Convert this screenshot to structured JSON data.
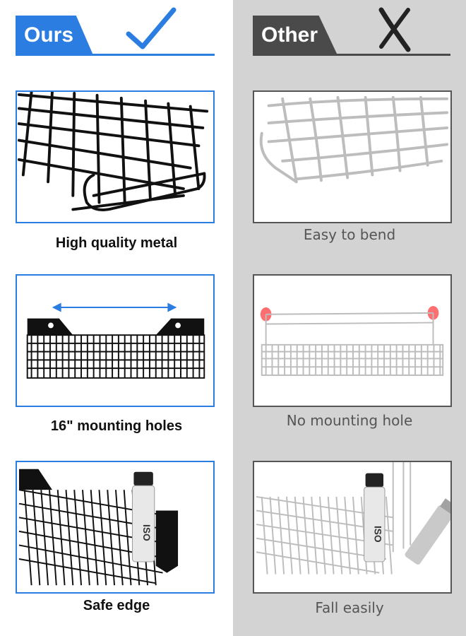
{
  "columns": {
    "ours": {
      "label": "Ours",
      "accent": "#2b7de1",
      "mark_icon": "checkmark-icon"
    },
    "other": {
      "label": "Other",
      "accent": "#4a4a4a",
      "mark_icon": "cross-icon"
    }
  },
  "rows": [
    {
      "ours_caption": "High quality metal",
      "other_caption": "Easy to bend"
    },
    {
      "ours_caption": "16\" mounting holes",
      "other_caption": "No mounting hole"
    },
    {
      "ours_caption": "Safe edge",
      "other_caption": "Fall easily"
    }
  ],
  "bottle_label": "ISO"
}
